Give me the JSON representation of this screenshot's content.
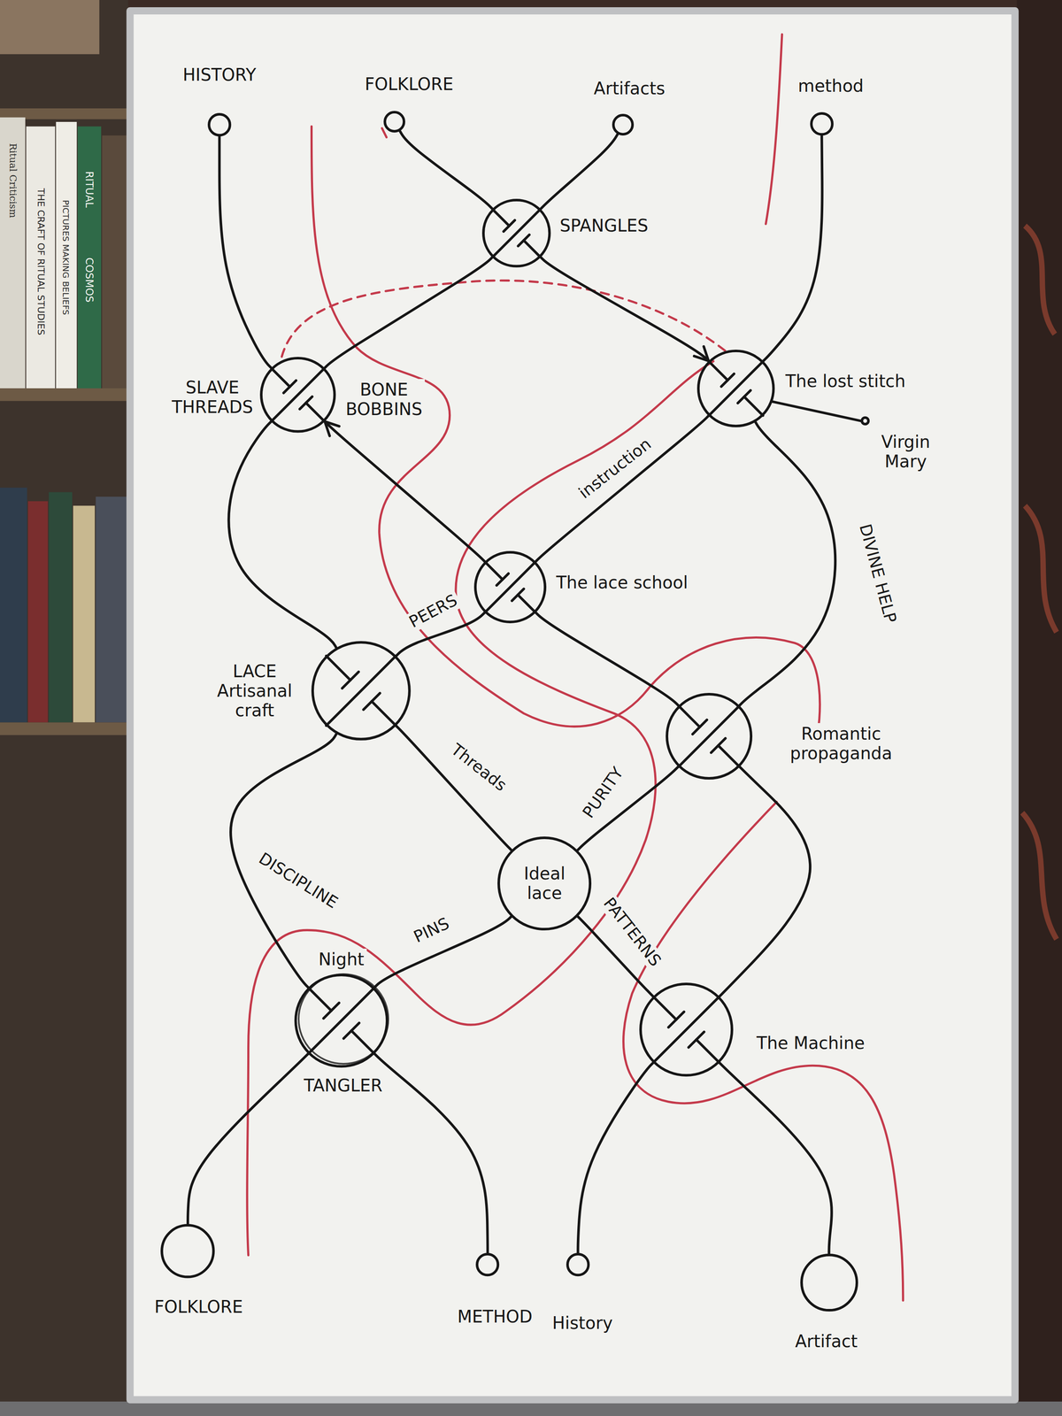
{
  "diagram": {
    "nodes": [
      {
        "text": [
          "HISTORY"
        ]
      },
      {
        "text": [
          "FOLKLORE"
        ]
      },
      {
        "text": [
          "Artifacts"
        ]
      },
      {
        "text": [
          "method"
        ]
      },
      {
        "text": [
          "SPANGLES"
        ]
      },
      {
        "text": [
          "SLAVE THREADS",
          "BONE BOBBINS"
        ]
      },
      {
        "text": [
          "The lost stitch"
        ]
      },
      {
        "text": [
          "Virgin Mary"
        ]
      },
      {
        "text": [
          "The lace school"
        ]
      },
      {
        "text": [
          "LACE Artisanal craft"
        ]
      },
      {
        "text": [
          "Romantic propaganda"
        ]
      },
      {
        "text": [
          "Ideal lace"
        ]
      },
      {
        "text": [
          "Night",
          "TANGLER"
        ]
      },
      {
        "text": [
          "The Machine"
        ]
      },
      {
        "text": [
          "FOLKLORE"
        ]
      },
      {
        "text": [
          "METHOD"
        ]
      },
      {
        "text": [
          "History"
        ]
      },
      {
        "text": [
          "Artifact"
        ]
      }
    ],
    "edges": [
      {
        "from": 0,
        "to": 5,
        "arrow": "none"
      },
      {
        "from": 1,
        "to": 4,
        "arrow": "none"
      },
      {
        "from": 2,
        "to": 4,
        "arrow": "none"
      },
      {
        "from": 3,
        "to": 6,
        "arrow": "none"
      },
      {
        "from": 4,
        "to": 5,
        "arrow": "none"
      },
      {
        "from": 4,
        "to": 6,
        "arrow": "to"
      },
      {
        "from": 6,
        "to": 7,
        "arrow": "none"
      },
      {
        "from": 5,
        "to": 9,
        "arrow": "none"
      },
      {
        "from": 8,
        "to": 5,
        "arrow": "to"
      },
      {
        "from": 6,
        "to": 8,
        "label": "instruction",
        "arrow": "none"
      },
      {
        "from": 6,
        "to": 10,
        "label": "DIVINE HELP",
        "arrow": "none"
      },
      {
        "from": 8,
        "to": 9,
        "label": "PEERS",
        "arrow": "none"
      },
      {
        "from": 8,
        "to": 10,
        "arrow": "none"
      },
      {
        "from": 9,
        "to": 12,
        "label": "DISCIPLINE",
        "arrow": "none"
      },
      {
        "from": 9,
        "to": 11,
        "label": "Threads",
        "arrow": "none"
      },
      {
        "from": 10,
        "to": 11,
        "label": "PURITY",
        "arrow": "none"
      },
      {
        "from": 10,
        "to": 13,
        "arrow": "none"
      },
      {
        "from": 11,
        "to": 12,
        "label": "PINS",
        "arrow": "none"
      },
      {
        "from": 11,
        "to": 13,
        "label": "PATTERNS",
        "arrow": "none"
      },
      {
        "from": 12,
        "to": 14,
        "arrow": "none"
      },
      {
        "from": 12,
        "to": 15,
        "arrow": "none"
      },
      {
        "from": 13,
        "to": 16,
        "arrow": "none"
      },
      {
        "from": 13,
        "to": 17,
        "arrow": "none"
      }
    ],
    "labels": [
      "Ritual Criticism",
      "THE CRAFT OF RITUAL STUDIES",
      "PICTURES MAKING BELIEFS",
      "RITUAL",
      "COSMOS"
    ]
  }
}
